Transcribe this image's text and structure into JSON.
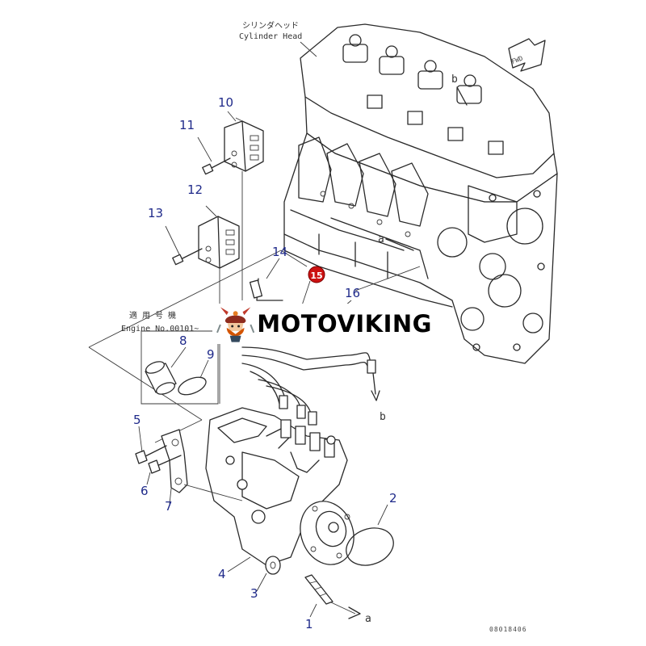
{
  "labels": {
    "cylinder_head_jp": "シリンダヘッド",
    "cylinder_head_en": "Cylinder Head",
    "fwd": "FWD",
    "applicable_jp": "適 用 号 機",
    "engine_no": "Engine No.00101~",
    "drawing_number": "08018406"
  },
  "callouts": [
    "1",
    "2",
    "3",
    "4",
    "5",
    "6",
    "7",
    "8",
    "9",
    "10",
    "11",
    "12",
    "13",
    "14",
    "15",
    "16"
  ],
  "references": {
    "a": "a",
    "b": "b"
  },
  "watermark": {
    "text": "MOTOVIKING"
  },
  "colors": {
    "callout": "#1f2a8a",
    "line": "#2a2a2a",
    "marker": "#cc1111"
  }
}
